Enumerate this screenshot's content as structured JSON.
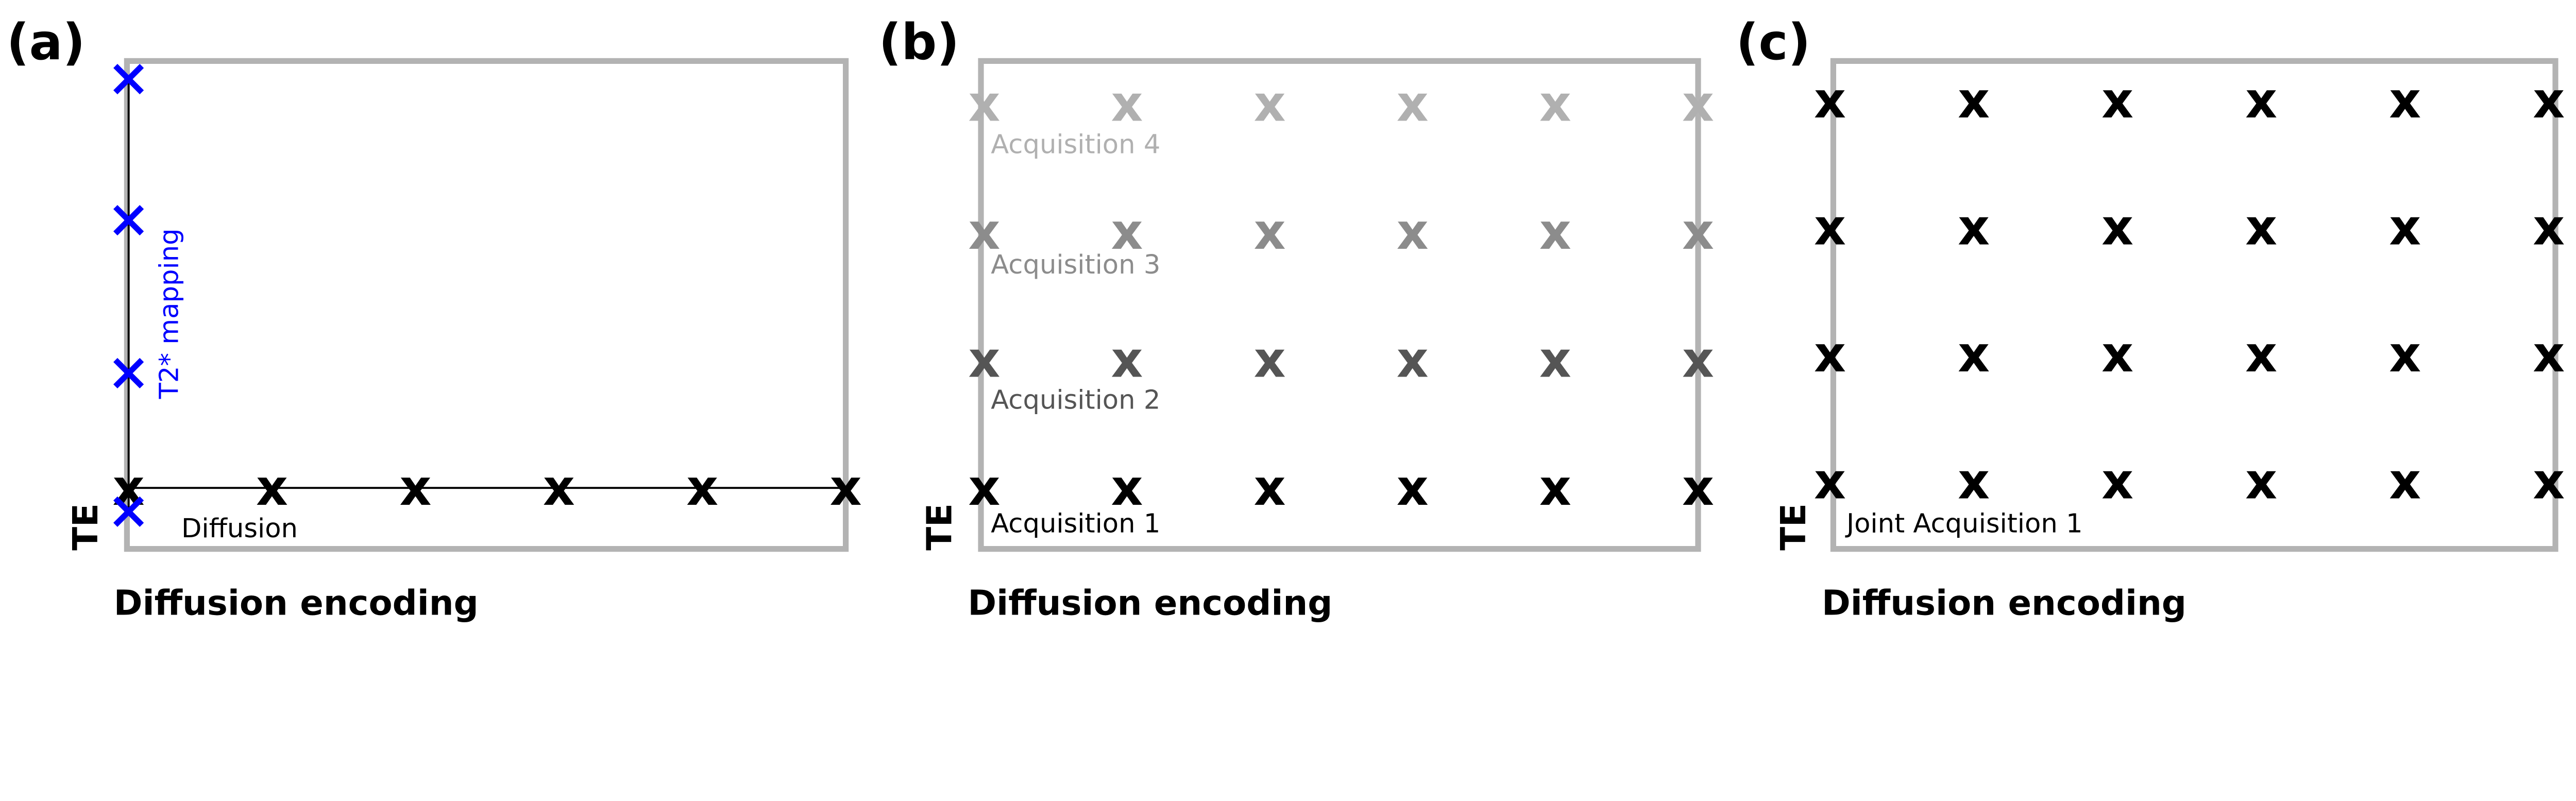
{
  "chart_data": [
    {
      "type": "scatter",
      "title": "(a)",
      "xlabel": "Diffusion encoding",
      "ylabel": "TE",
      "grid": false,
      "frame_color": "#b3b3b3",
      "series": [
        {
          "name": "Diffusion",
          "color": "#000000",
          "x": [
            1,
            2,
            3,
            4,
            5,
            6
          ],
          "te": [
            1,
            1,
            1,
            1,
            1,
            1
          ],
          "connected": true
        },
        {
          "name": "T2* mapping",
          "color": "#0000ff",
          "x": [
            1,
            1,
            1,
            1
          ],
          "te": [
            0.82,
            1.87,
            3.03,
            4.1
          ],
          "connected": true
        }
      ]
    },
    {
      "type": "scatter",
      "title": "(b)",
      "xlabel": "Diffusion encoding",
      "ylabel": "TE",
      "grid": false,
      "frame_color": "#b3b3b3",
      "series": [
        {
          "name": "Acquisition 1",
          "color": "#000000",
          "x": [
            1,
            2,
            3,
            4,
            5,
            6
          ],
          "te": [
            1,
            1,
            1,
            1,
            1,
            1
          ]
        },
        {
          "name": "Acquisition 2",
          "color": "#555555",
          "x": [
            1,
            2,
            3,
            4,
            5,
            6
          ],
          "te": [
            2,
            2,
            2,
            2,
            2,
            2
          ]
        },
        {
          "name": "Acquisition 3",
          "color": "#8c8c8c",
          "x": [
            1,
            2,
            3,
            4,
            5,
            6
          ],
          "te": [
            3,
            3,
            3,
            3,
            3,
            3
          ]
        },
        {
          "name": "Acquisition 4",
          "color": "#b0b0b0",
          "x": [
            1,
            2,
            3,
            4,
            5,
            6
          ],
          "te": [
            4,
            4,
            4,
            4,
            4,
            4
          ]
        }
      ]
    },
    {
      "type": "scatter",
      "title": "(c)",
      "xlabel": "Diffusion encoding",
      "ylabel": "TE",
      "grid": false,
      "frame_color": "#b3b3b3",
      "series": [
        {
          "name": "Joint Acquisition 1",
          "color": "#000000",
          "x": [
            1,
            2,
            3,
            4,
            5,
            6,
            1,
            2,
            3,
            4,
            5,
            6,
            1,
            2,
            3,
            4,
            5,
            6,
            1,
            2,
            3,
            4,
            5,
            6
          ],
          "te": [
            1,
            1,
            1,
            1,
            1,
            1,
            2,
            2,
            2,
            2,
            2,
            2,
            3,
            3,
            3,
            3,
            3,
            3,
            4,
            4,
            4,
            4,
            4,
            4
          ]
        }
      ]
    }
  ]
}
